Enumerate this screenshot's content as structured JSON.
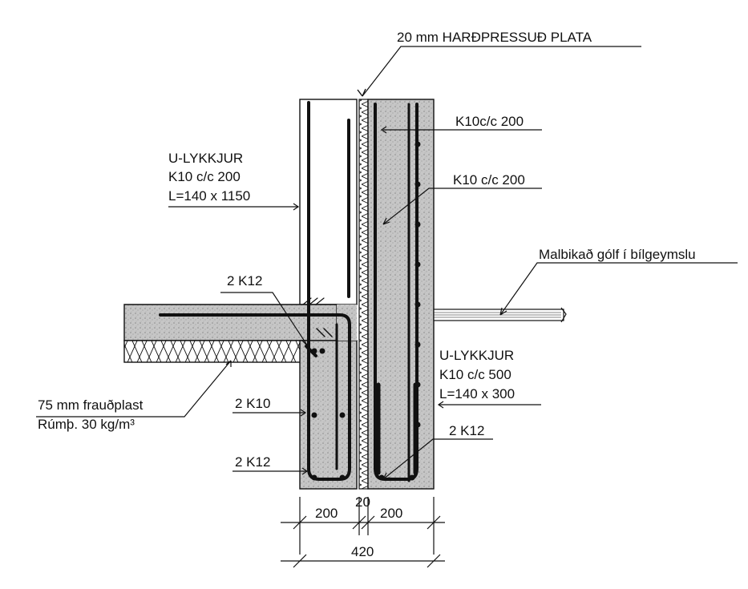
{
  "labels": {
    "hardboard": "20 mm HARÐPRESSUÐ PLATA",
    "rebar_top_right": "K10c/c 200",
    "rebar_mid_right": "K10 c/c 200",
    "ubar_left_l1": "U-LYKKJUR",
    "ubar_left_l2": "K10 c/c 200",
    "ubar_left_l3": "L=140 x 1150",
    "slab_bars": "2 K12",
    "floor": "Malbikað gólf í bílgeymslu",
    "ubar_right_l1": "U-LYKKJUR",
    "ubar_right_l2": "K10 c/c 500",
    "ubar_right_l3": "L=140 x 300",
    "insulation_l1": "75 mm frauðplast",
    "insulation_l2": "Rúmþ. 30 kg/m³",
    "bars_k10": "2 K10",
    "bars_k12_bottom_left": "2 K12",
    "bars_k12_bottom_right": "2 K12"
  },
  "dimensions": {
    "left_wall": "200",
    "gap": "20",
    "right_wall": "200",
    "total": "420"
  },
  "colors": {
    "line": "#111111",
    "concrete": "#c8c8c8",
    "background": "#ffffff"
  }
}
